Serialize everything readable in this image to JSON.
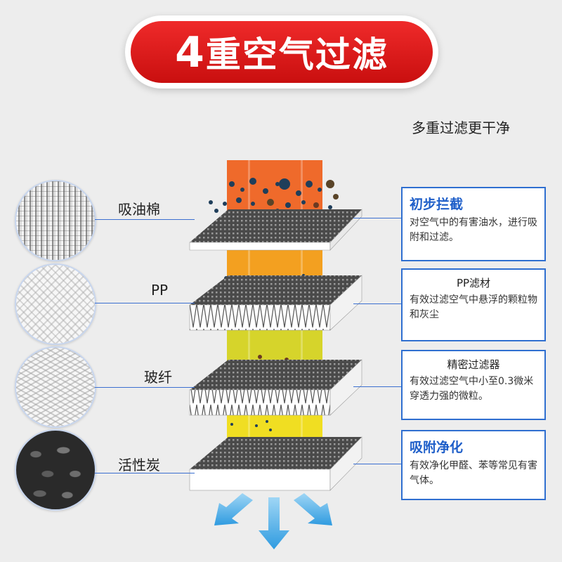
{
  "title": {
    "num": "4",
    "text": "重空气过滤"
  },
  "subtitle": "多重过滤更干净",
  "layers": [
    {
      "label": "吸油棉",
      "info_title": "初步拦截",
      "info_desc": "对空气中的有害油水，进行吸附和过滤。"
    },
    {
      "label": "PP",
      "info_title": "PP滤材",
      "info_desc": "有效过滤空气中悬浮的颗粒物和灰尘"
    },
    {
      "label": "玻纤",
      "info_title": "精密过滤器",
      "info_desc": "有效过滤空气中小至0.3微米穿透力强的微粒。"
    },
    {
      "label": "活性炭",
      "info_title": "吸附净化",
      "info_desc": "有效净化甲醛、苯等常见有害气体。"
    }
  ],
  "colors": {
    "badge": "#e01e1e",
    "accent_blue": "#2f6fd0",
    "arrow_blue": "#39a6e6",
    "column_top": "#ee6a2c",
    "column_mid": "#f39c1f",
    "column_low": "#d7d52a",
    "column_bottom": "#f0dc22"
  }
}
